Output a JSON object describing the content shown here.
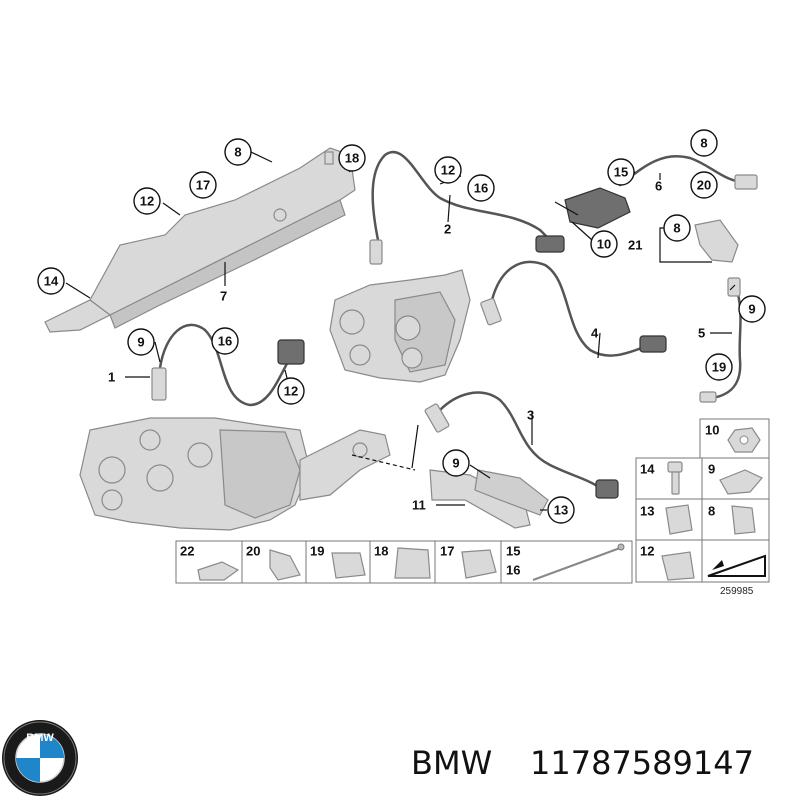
{
  "callouts": [
    "8",
    "18",
    "12",
    "17",
    "14",
    "7",
    "9",
    "16",
    "1",
    "12",
    "12",
    "16",
    "2",
    "15",
    "6",
    "8",
    "20",
    "10",
    "21",
    "8",
    "9",
    "5",
    "19",
    "4",
    "3",
    "9",
    "11",
    "13"
  ],
  "legend": {
    "right_grid": [
      "10",
      "14",
      "9",
      "13",
      "8",
      "12"
    ],
    "bottom_row": [
      "22",
      "20",
      "19",
      "18",
      "17",
      "15",
      "16"
    ]
  },
  "diagram_id": "259985",
  "footer": {
    "brand": "BMW",
    "part_number": "11787589147",
    "logo_text": "BMW"
  }
}
